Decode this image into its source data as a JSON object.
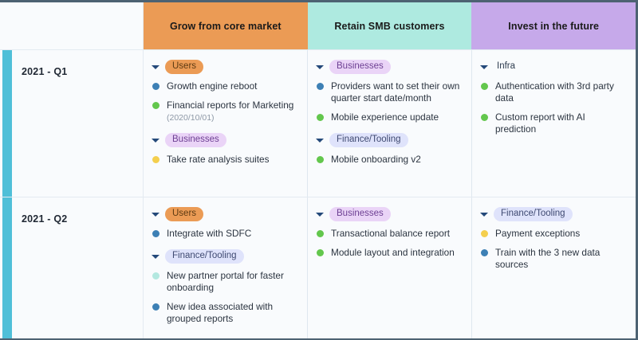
{
  "board": {
    "accent_color": "#4fbfd8",
    "frame_color": "#4d6272",
    "background": "#f9fbfd"
  },
  "header": {
    "corner_label": "",
    "swimlanes": [
      {
        "label": "Grow from core market",
        "color": "#eb9b55"
      },
      {
        "label": "Retain SMB customers",
        "color": "#aeeae0"
      },
      {
        "label": "Invest in the future",
        "color": "#c6a9ea"
      }
    ]
  },
  "rows": [
    {
      "label": "2021 - Q1",
      "lanes": [
        {
          "groups": [
            {
              "tag": "Users",
              "tag_style": "tag-users",
              "items": [
                {
                  "text": "Growth engine reboot",
                  "dot": "c-blue",
                  "sub": ""
                },
                {
                  "text": "Financial reports for Marketing",
                  "dot": "c-green",
                  "sub": "(2020/10/01)"
                }
              ]
            },
            {
              "tag": "Businesses",
              "tag_style": "tag-businesses",
              "items": [
                {
                  "text": "Take rate analysis suites",
                  "dot": "c-yellow",
                  "sub": ""
                }
              ]
            }
          ]
        },
        {
          "groups": [
            {
              "tag": "Businesses",
              "tag_style": "tag-businesses",
              "items": [
                {
                  "text": "Providers want to set their own quarter start date/month",
                  "dot": "c-blue",
                  "sub": ""
                },
                {
                  "text": "Mobile experience update",
                  "dot": "c-green",
                  "sub": ""
                }
              ]
            },
            {
              "tag": "Finance/Tooling",
              "tag_style": "tag-finance",
              "items": [
                {
                  "text": "Mobile onboarding v2",
                  "dot": "c-green",
                  "sub": ""
                }
              ]
            }
          ]
        },
        {
          "groups": [
            {
              "tag": "Infra",
              "tag_style": "plain",
              "items": [
                {
                  "text": "Authentication with 3rd party data",
                  "dot": "c-green",
                  "sub": ""
                },
                {
                  "text": "Custom report with AI prediction",
                  "dot": "c-green",
                  "sub": ""
                }
              ]
            }
          ]
        }
      ]
    },
    {
      "label": "2021 - Q2",
      "lanes": [
        {
          "groups": [
            {
              "tag": "Users",
              "tag_style": "tag-users",
              "items": [
                {
                  "text": "Integrate with SDFC",
                  "dot": "c-blue",
                  "sub": ""
                }
              ]
            },
            {
              "tag": "Finance/Tooling",
              "tag_style": "tag-finance",
              "items": [
                {
                  "text": "New partner portal for faster onboarding",
                  "dot": "c-mint",
                  "sub": ""
                },
                {
                  "text": "New idea associated with grouped reports",
                  "dot": "c-blue",
                  "sub": ""
                }
              ]
            }
          ]
        },
        {
          "groups": [
            {
              "tag": "Businesses",
              "tag_style": "tag-businesses",
              "items": [
                {
                  "text": "Transactional balance report",
                  "dot": "c-green",
                  "sub": ""
                },
                {
                  "text": "Module layout and integration",
                  "dot": "c-green",
                  "sub": ""
                }
              ]
            }
          ]
        },
        {
          "groups": [
            {
              "tag": "Finance/Tooling",
              "tag_style": "tag-finance",
              "items": [
                {
                  "text": "Payment exceptions",
                  "dot": "c-yellow",
                  "sub": ""
                },
                {
                  "text": "Train with the 3 new data sources",
                  "dot": "c-blue",
                  "sub": ""
                }
              ]
            }
          ]
        }
      ]
    }
  ]
}
